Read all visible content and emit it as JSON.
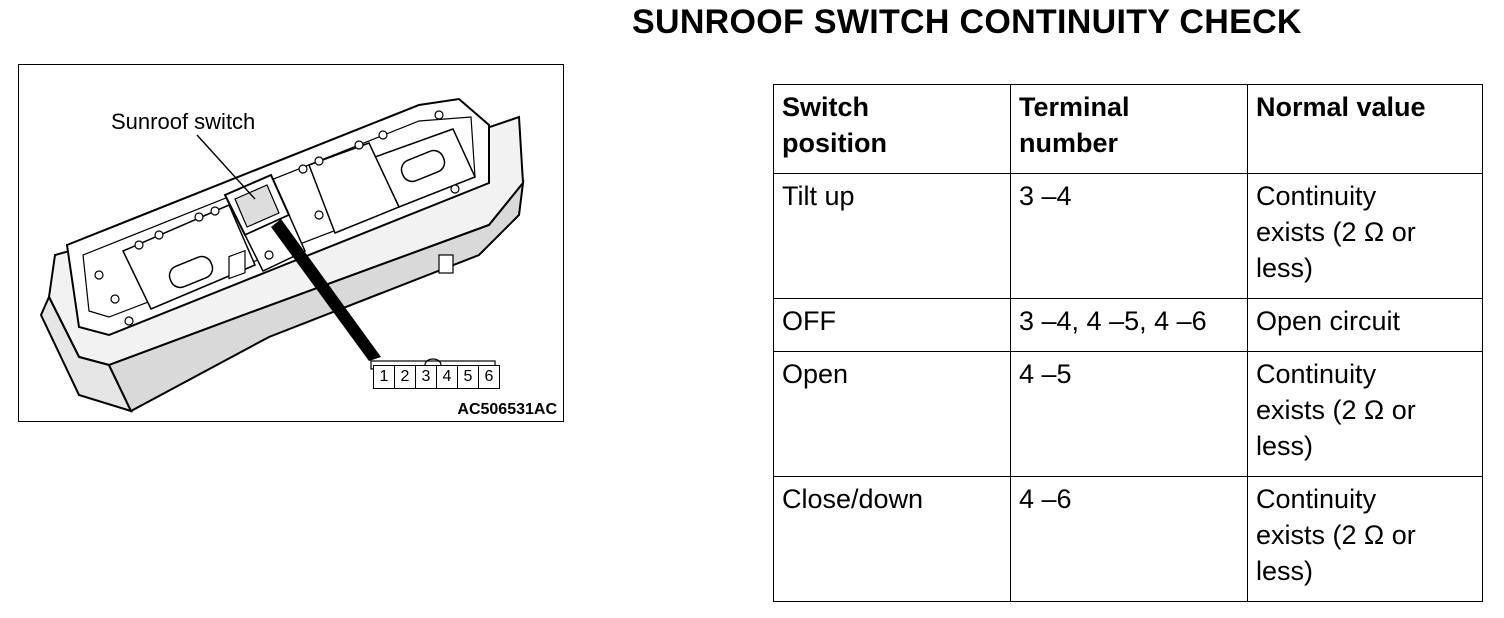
{
  "title": "SUNROOF SWITCH CONTINUITY CHECK",
  "figure": {
    "callout": "Sunroof switch",
    "figure_id": "AC506531AC",
    "pins": [
      "1",
      "2",
      "3",
      "4",
      "5",
      "6"
    ]
  },
  "table": {
    "headers": {
      "switch_position": "Switch\nposition",
      "terminal_number": "Terminal\nnumber",
      "normal_value": "Normal value"
    },
    "rows": [
      {
        "position": "Tilt up",
        "terminal": "3 –4",
        "value": "Continuity\nexists (2 Ω or\nless)"
      },
      {
        "position": "OFF",
        "terminal": "3 –4, 4 –5, 4 –6",
        "value": "Open circuit"
      },
      {
        "position": "Open",
        "terminal": "4 –5",
        "value": "Continuity\nexists (2 Ω or\nless)"
      },
      {
        "position": "Close/down",
        "terminal": "4 –6",
        "value": "Continuity\nexists (2 Ω or\nless)"
      }
    ]
  }
}
